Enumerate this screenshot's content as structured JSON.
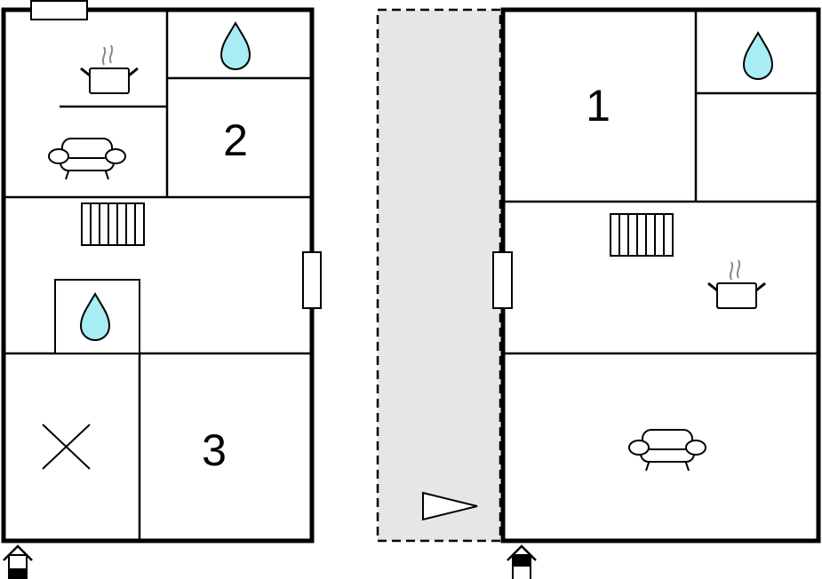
{
  "plan": {
    "room_labels": {
      "room_1": "1",
      "room_2": "2",
      "room_3": "3"
    },
    "colors": {
      "water": "#a8ecf4",
      "outdoor_area": "#e6e6e6",
      "wall": "#000000"
    },
    "icons": [
      "bathroom-drop-icon",
      "kitchen-pot-icon",
      "sofa-icon",
      "radiator-icon",
      "entrance-icon",
      "window-icon",
      "storage-x-icon",
      "direction-triangle-icon"
    ]
  }
}
